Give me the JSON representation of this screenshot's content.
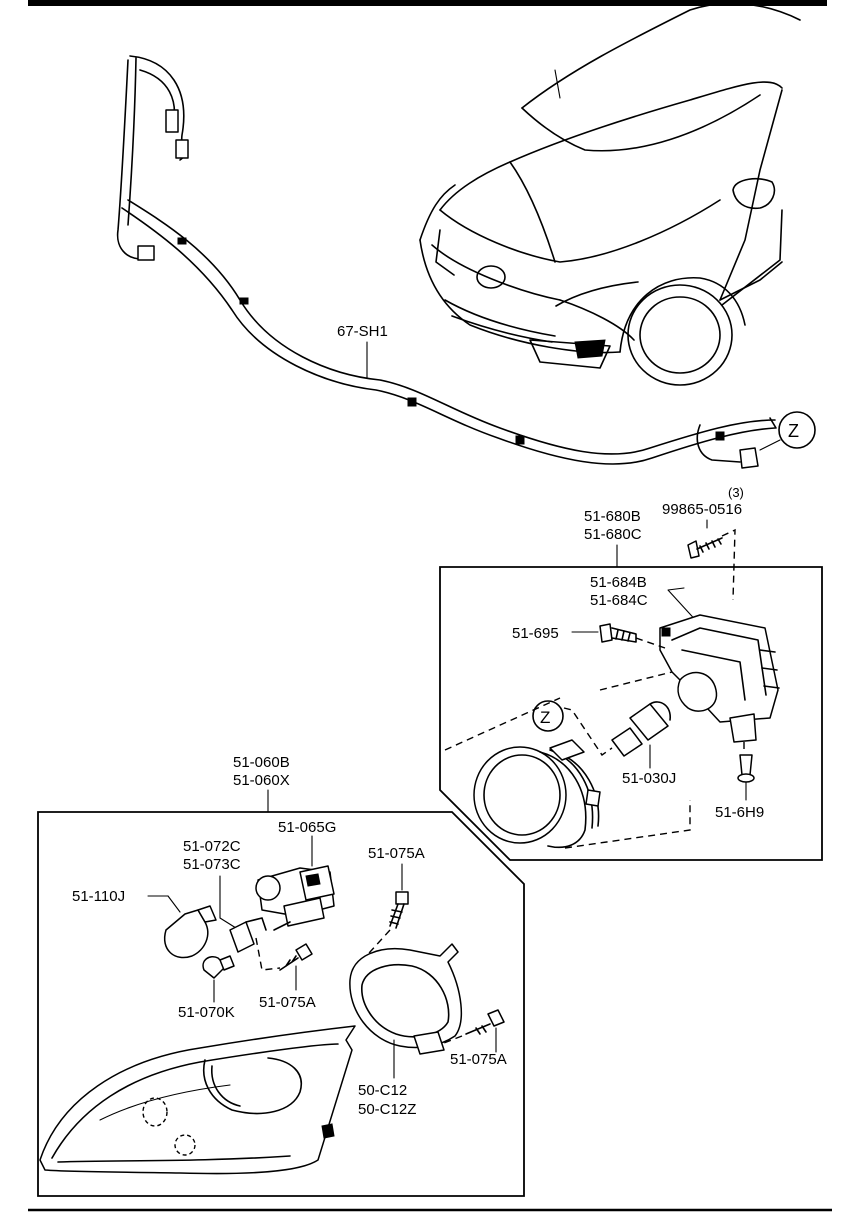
{
  "callouts": {
    "harness": "67-SH1",
    "z_top": "Z",
    "z_fog": "Z",
    "bracket_assy_b": "51-680B",
    "bracket_assy_c": "51-680C",
    "screw_part": "99865-0516",
    "screw_qty": "(3)",
    "bracket_b": "51-684B",
    "bracket_c": "51-684C",
    "bolt": "51-695",
    "fog_bulb": "51-030J",
    "clip": "51-6H9",
    "headlamp_b": "51-060B",
    "headlamp_x": "51-060X",
    "socket_c": "51-072C",
    "socket_c2": "51-073C",
    "hid_unit": "51-065G",
    "screw_a1": "51-075A",
    "bulb_amber": "51-110J",
    "wedge_bulb": "51-070K",
    "screw_a2": "51-075A",
    "screw_a3": "51-075A",
    "bezel_1": "50-C12",
    "bezel_2": "50-C12Z"
  }
}
